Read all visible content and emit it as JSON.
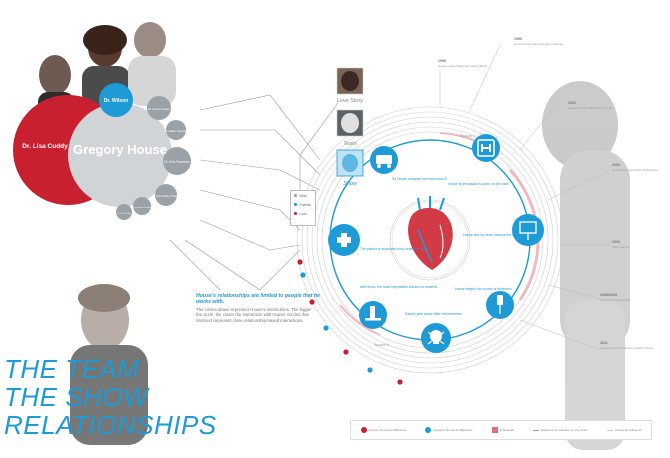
{
  "title": {
    "line1": "THE TEAM",
    "line2": "THE SHOW",
    "line3": "RELATIONSHIPS"
  },
  "venn": {
    "main_label": "Gregory House",
    "cuddy": "Dr. Lisa Cuddy",
    "wilson": "Dr. Wilson",
    "chase": "Dr. Robert Chase",
    "cameron": "Dr. Allison Cameron",
    "foreman": "Dr. Eric Foreman",
    "thirteen": "Dr. Remy Hadley Thirteen",
    "kutner": "Dr. Lawrence Kutner",
    "taub": "Dr. Chris Taub"
  },
  "relationship_legend": {
    "work": "Work",
    "friends": "Friends",
    "love": "Love"
  },
  "note": {
    "title": "House's relationships are limited to people that he works with.",
    "body": "The circles above represent House's interactions. The bigger the circle, the closer the interaction with House. Circles that intersect represent close relationship-based interactions."
  },
  "tabs": {
    "love_story": "Love Story",
    "team": "Team",
    "show": "Show"
  },
  "ring_labels": {
    "season1": "Season 1",
    "season8": "Season 8"
  },
  "steps": [
    {
      "id": "patient",
      "icon": "medical-cross-icon",
      "text": "The patient is separated from health, or a trial"
    },
    {
      "id": "admit",
      "icon": "ambulance-icon",
      "text": "So House collapses and becomes ill"
    },
    {
      "id": "hospital",
      "icon": "hospital-sign-icon",
      "text": "House is persuaded to work on the case"
    },
    {
      "id": "diagnosis",
      "icon": "whiteboard-icon",
      "text": "House and his team discuss the cases"
    },
    {
      "id": "treatment",
      "icon": "iv-drip-icon",
      "text": "House begins the course of treatment"
    },
    {
      "id": "death",
      "icon": "skull-icon",
      "text": "Patient gets worse after the treatment"
    },
    {
      "id": "lab",
      "icon": "microscope-icon",
      "text": "After tests, the most improbable solution is reached"
    }
  ],
  "timeline": [
    {
      "year": "1998",
      "text": "House meets Stacy and starts dating"
    },
    {
      "year": "1999",
      "text": "House works hard and gets a degree"
    },
    {
      "year": "2001",
      "text": "House has an infarction in his leg"
    },
    {
      "year": "2004",
      "text": "Cuddy becomes Dean of Medicine"
    },
    {
      "year": "2006",
      "text": "Stacy leaves"
    },
    {
      "year": "2008/2009",
      "text": "House and Cuddy kiss"
    },
    {
      "year": "2011",
      "text": "House drives his car into Cuddy's house"
    }
  ],
  "footer_legend": {
    "positive": "Positive Romantic Milestone",
    "negative": "Negative Romantic Milestone",
    "hospital": "In Hospital",
    "evidence": "Evidence of Character in The Team",
    "character": "Character Influence"
  },
  "colors": {
    "accent_blue": "#1e9ad6",
    "love_red": "#c8202f",
    "work_grey": "#9aa2a8",
    "ring_pink": "#f2b8c0"
  }
}
